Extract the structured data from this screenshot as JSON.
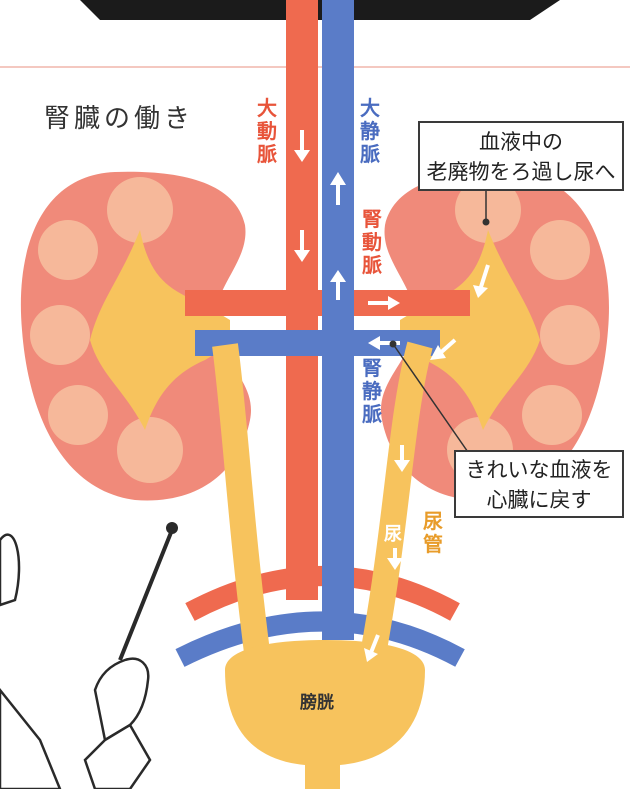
{
  "title": "腎臓の働き",
  "labels": {
    "aorta": [
      "大",
      "動",
      "脈"
    ],
    "vena_cava": [
      "大",
      "静",
      "脈"
    ],
    "renal_artery": [
      "腎",
      "動",
      "脈"
    ],
    "renal_vein": [
      "腎",
      "静",
      "脈"
    ],
    "ureter": [
      "尿",
      "管"
    ],
    "urine": "尿",
    "bladder": "膀胱"
  },
  "callouts": {
    "filter": [
      "血液中の",
      "老廃物をろ過し尿へ"
    ],
    "clean_blood": [
      "きれいな血液を",
      "心臓に戻す"
    ]
  },
  "colors": {
    "artery": "#ef6a4f",
    "vein": "#5a7cc8",
    "kidney": "#f08a7a",
    "kidney_inner": "#f6b89a",
    "urine": "#f7c35d",
    "label_artery": "#e8543a",
    "label_vein": "#4a6cc0",
    "label_ureter": "#e89c2a"
  }
}
